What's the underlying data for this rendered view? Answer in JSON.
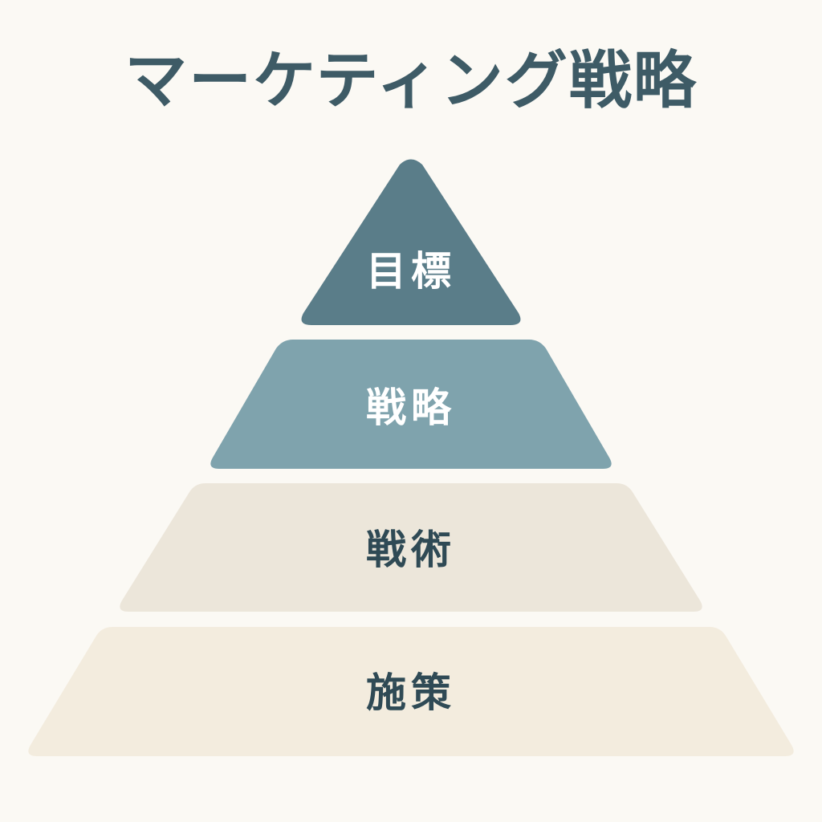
{
  "title": "マーケティング戦略",
  "levels": [
    {
      "label": "目標",
      "color": "#5a7d89"
    },
    {
      "label": "戦略",
      "color": "#7fa3ad"
    },
    {
      "label": "戦術",
      "color": "#ece6da"
    },
    {
      "label": "施策",
      "color": "#f3ecde"
    }
  ]
}
